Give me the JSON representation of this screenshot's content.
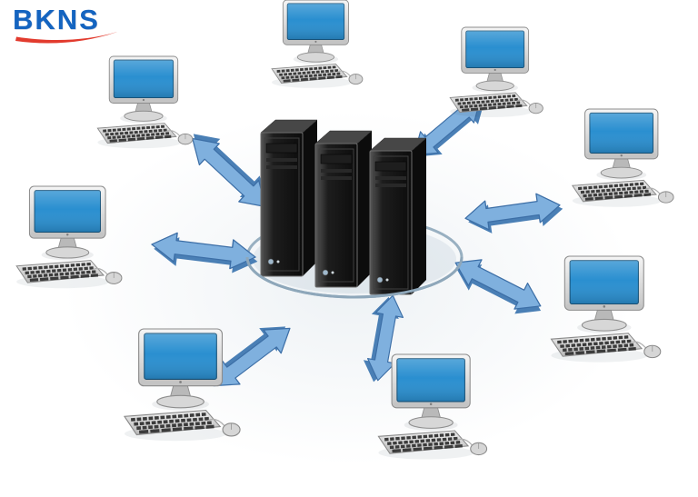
{
  "logo": {
    "text": "BKNS"
  },
  "colors": {
    "screen-color": "#2a8fd0",
    "screen-edge": "#18537a",
    "arrow-color": "#7fb0de",
    "arrow-dark": "#4a7fb5",
    "arrow-edge": "#3c6ea6",
    "ring-color": "#8ea7ba",
    "logo-blue": "#1464c0",
    "logo-red": "#e23b2e",
    "background": "#ffffff"
  },
  "diagram": {
    "type": "hub-and-spoke-network",
    "hub": {
      "id": "server-cluster",
      "icon": "server-tower-icon",
      "tower_count": 3,
      "base": "ring-platform"
    },
    "clients": [
      {
        "id": "client-computer-1",
        "icon": "desktop-computer-icon",
        "position": "top"
      },
      {
        "id": "client-computer-2",
        "icon": "desktop-computer-icon",
        "position": "top-right"
      },
      {
        "id": "client-computer-3",
        "icon": "desktop-computer-icon",
        "position": "right"
      },
      {
        "id": "client-computer-4",
        "icon": "desktop-computer-icon",
        "position": "bottom-right"
      },
      {
        "id": "client-computer-5",
        "icon": "desktop-computer-icon",
        "position": "bottom"
      },
      {
        "id": "client-computer-6",
        "icon": "desktop-computer-icon",
        "position": "bottom-left"
      },
      {
        "id": "client-computer-7",
        "icon": "desktop-computer-icon",
        "position": "left"
      },
      {
        "id": "client-computer-8",
        "icon": "desktop-computer-icon",
        "position": "top-left"
      }
    ],
    "arrows": [
      {
        "id": "network-arrow-1",
        "icon": "double-arrow-icon",
        "direction": "up-left"
      },
      {
        "id": "network-arrow-2",
        "icon": "double-arrow-icon",
        "direction": "up-right"
      },
      {
        "id": "network-arrow-3",
        "icon": "double-arrow-icon",
        "direction": "right"
      },
      {
        "id": "network-arrow-4",
        "icon": "double-arrow-icon",
        "direction": "down-right"
      },
      {
        "id": "network-arrow-5",
        "icon": "double-arrow-icon",
        "direction": "down"
      },
      {
        "id": "network-arrow-6",
        "icon": "double-arrow-icon",
        "direction": "down-left"
      },
      {
        "id": "network-arrow-7",
        "icon": "double-arrow-icon",
        "direction": "left"
      }
    ]
  }
}
